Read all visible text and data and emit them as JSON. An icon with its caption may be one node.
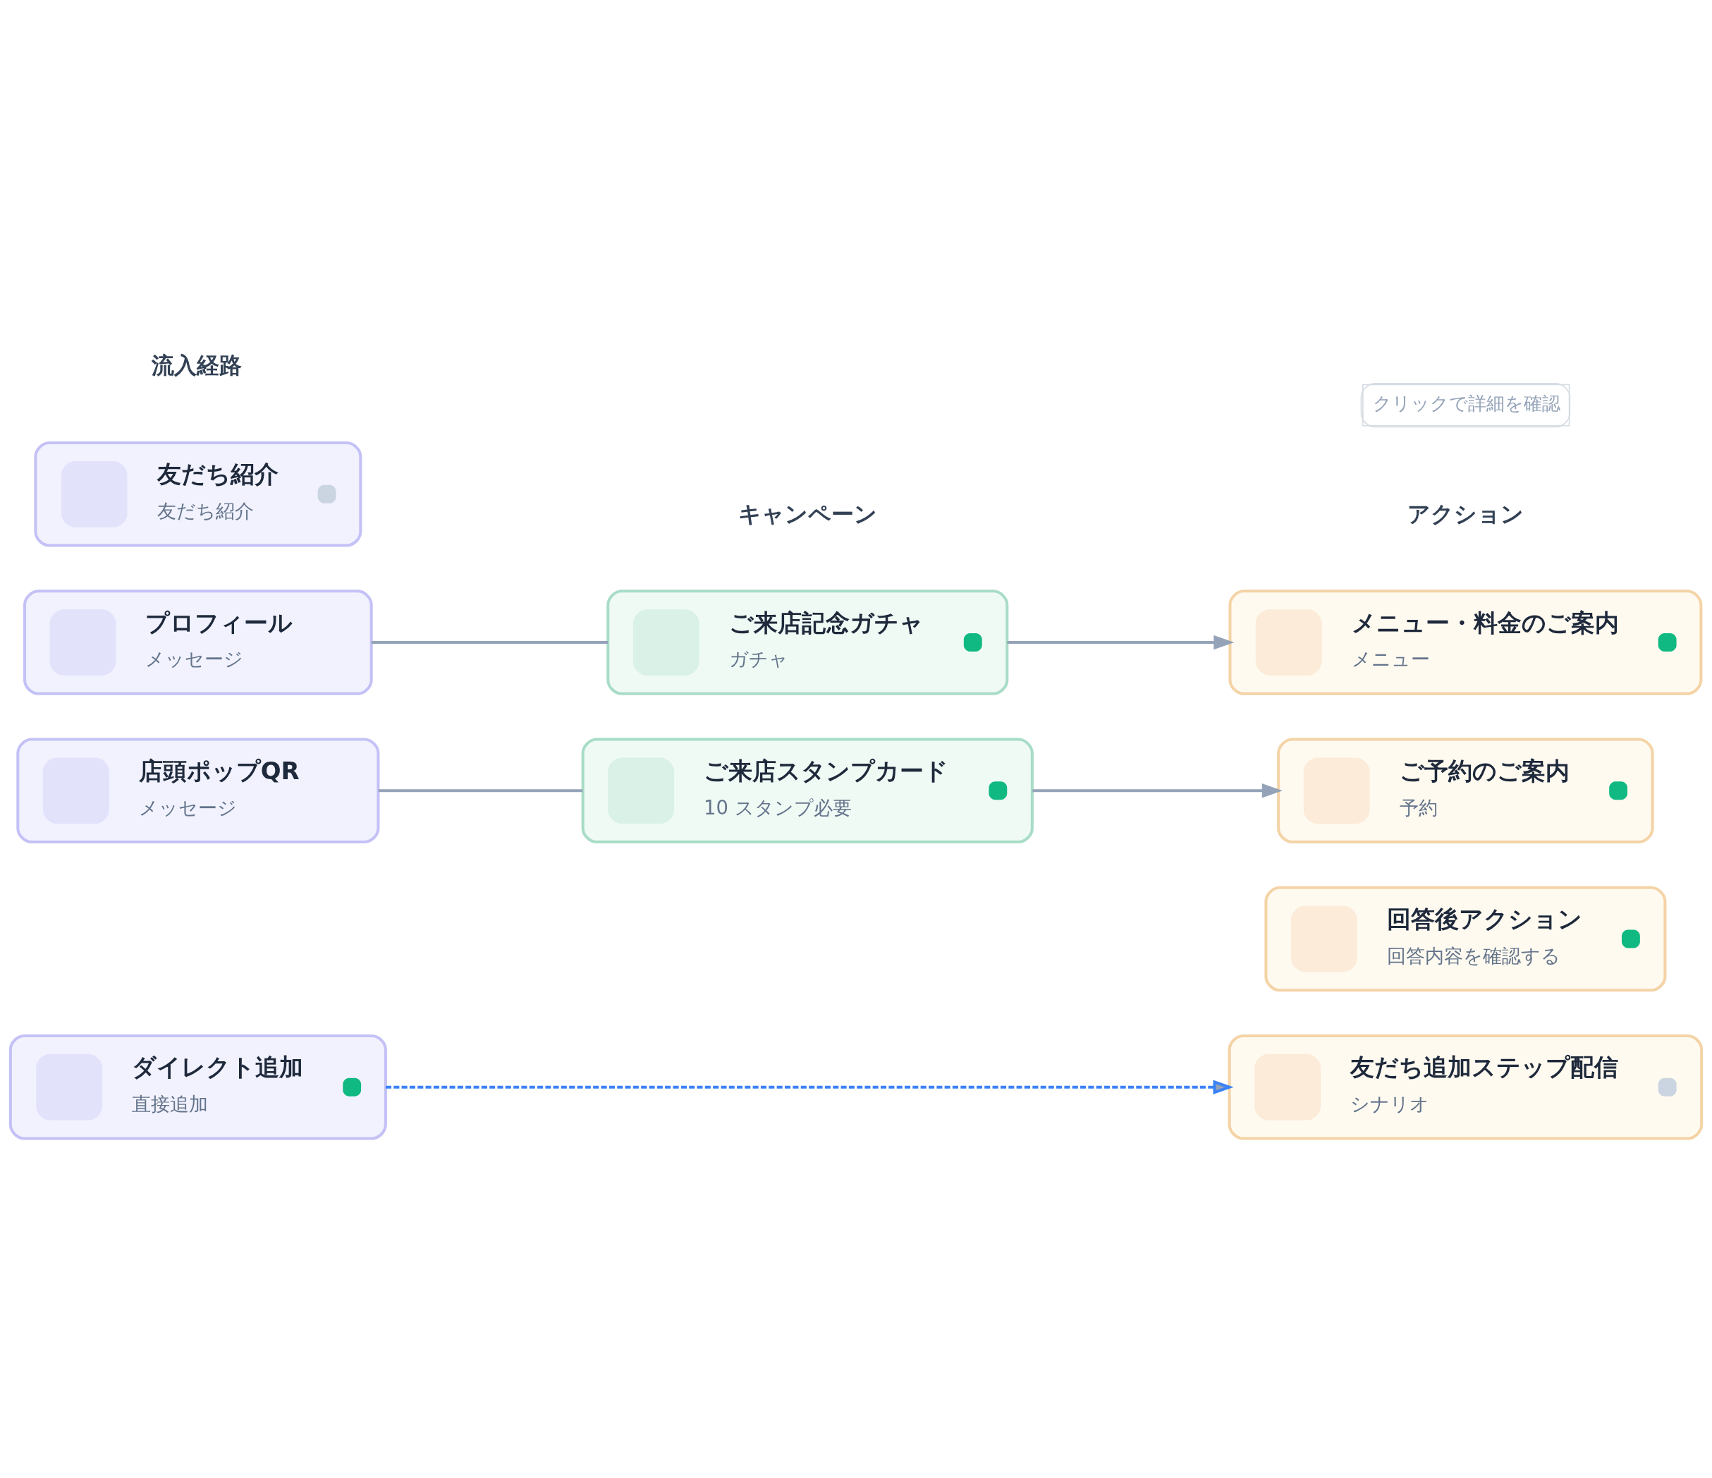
{
  "diagram": {
    "nodes": [
      {
        "text": [
          "友だち紹介",
          "友だち紹介"
        ]
      },
      {
        "text": [
          "ダイレクト追加",
          "直接追加"
        ]
      },
      {
        "text": [
          "店頭ポップQR",
          "メッセージ"
        ]
      },
      {
        "text": [
          "プロフィール",
          "メッセージ"
        ]
      },
      {
        "text": [
          "ご来店記念ガチャ",
          "ガチャ"
        ]
      },
      {
        "text": [
          "ご来店スタンプカード",
          "10 スタンプ必要"
        ]
      },
      {
        "text": [
          "メニュー・料金のご案内",
          "メニュー"
        ]
      },
      {
        "text": [
          "ご予約のご案内",
          "予約"
        ]
      },
      {
        "text": [
          "回答後アクション",
          "回答内容を確認する"
        ]
      },
      {
        "text": [
          "友だち追加ステップ配信",
          "シナリオ"
        ]
      }
    ],
    "edges": [
      {
        "from": 4,
        "to": 6,
        "arrow": "to"
      },
      {
        "from": 1,
        "to": 9,
        "arrow": "to",
        "style": "dashed",
        "color": "#3b82f6"
      },
      {
        "from": 5,
        "to": 7,
        "arrow": "to"
      },
      {
        "from": 2,
        "to": 5,
        "arrow": "none"
      },
      {
        "from": 3,
        "to": 4,
        "arrow": "none"
      }
    ],
    "labels": [
      "流入経路",
      "キャンペーン",
      "アクション",
      "クリックで詳細を確認"
    ]
  }
}
